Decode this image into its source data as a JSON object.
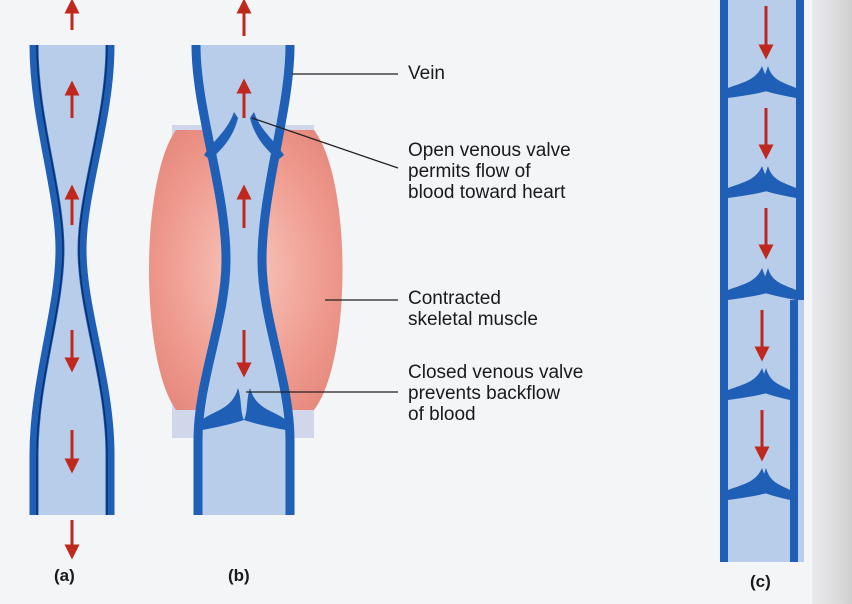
{
  "labels": {
    "vein": "Vein",
    "open_valve": "Open venous valve\npermits flow of\nblood toward heart",
    "muscle": "Contracted\nskeletal muscle",
    "closed_valve": "Closed venous valve\nprevents backflow\nof blood"
  },
  "panels": {
    "a": "(a)",
    "b": "(b)",
    "c": "(c)"
  },
  "colors": {
    "vein_wall": "#1f5fb5",
    "vein_fill": "#b7cdea",
    "arrow": "#c0281e",
    "muscle": "#ef9a8e",
    "leader_line": "#222222"
  }
}
